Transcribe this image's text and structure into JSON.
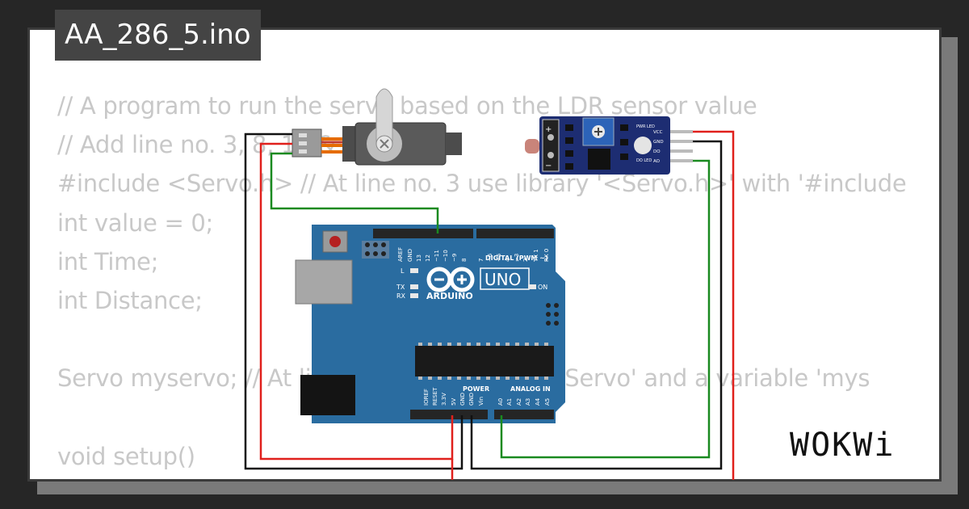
{
  "project": {
    "filename": "AA_286_5.ino"
  },
  "code_lines": [
    "// A program to run the servo based on the LDR sensor value",
    "// Add line no. 3, 8, 11 & 12",
    "#include <Servo.h> // At line no. 3 use library '<Servo.h>' with '#include",
    "int value = 0;",
    "int Time;",
    "int Distance;",
    "",
    "Servo myservo; // At line no. 8 add method 'Servo' and a variable 'mys",
    "",
    "void setup()",
    "{"
  ],
  "arduino": {
    "model": "UNO",
    "brand": "ARDUINO",
    "digital_label": "DIGITAL (PWM ~)",
    "power_label": "POWER",
    "analog_label": "ANALOG IN",
    "on_label": "ON",
    "led_l": "L",
    "led_tx": "TX",
    "led_rx": "RX",
    "digital_pins": [
      "AREF",
      "GND",
      "13",
      "12",
      "~11",
      "~10",
      "~9",
      "8",
      "7",
      "~6",
      "~5",
      "4",
      "~3",
      "2",
      "TX 1",
      "RX 0"
    ],
    "power_pins": [
      "IOREF",
      "RESET",
      "3.3V",
      "5V",
      "GND",
      "GND",
      "Vin"
    ],
    "analog_pins": [
      "A0",
      "A1",
      "A2",
      "A3",
      "A4",
      "A5"
    ]
  },
  "ldr_module": {
    "pins": [
      "VCC",
      "GND",
      "DO",
      "AO"
    ],
    "label_pwr_led": "PWR LED",
    "label_do_led": "DO LED"
  },
  "logo": "WOKWi",
  "colors": {
    "board_blue": "#2a6ca0",
    "module_blue": "#1d2d72",
    "wire_red": "#e0201c",
    "wire_black": "#111111",
    "wire_green": "#1a8a20"
  }
}
